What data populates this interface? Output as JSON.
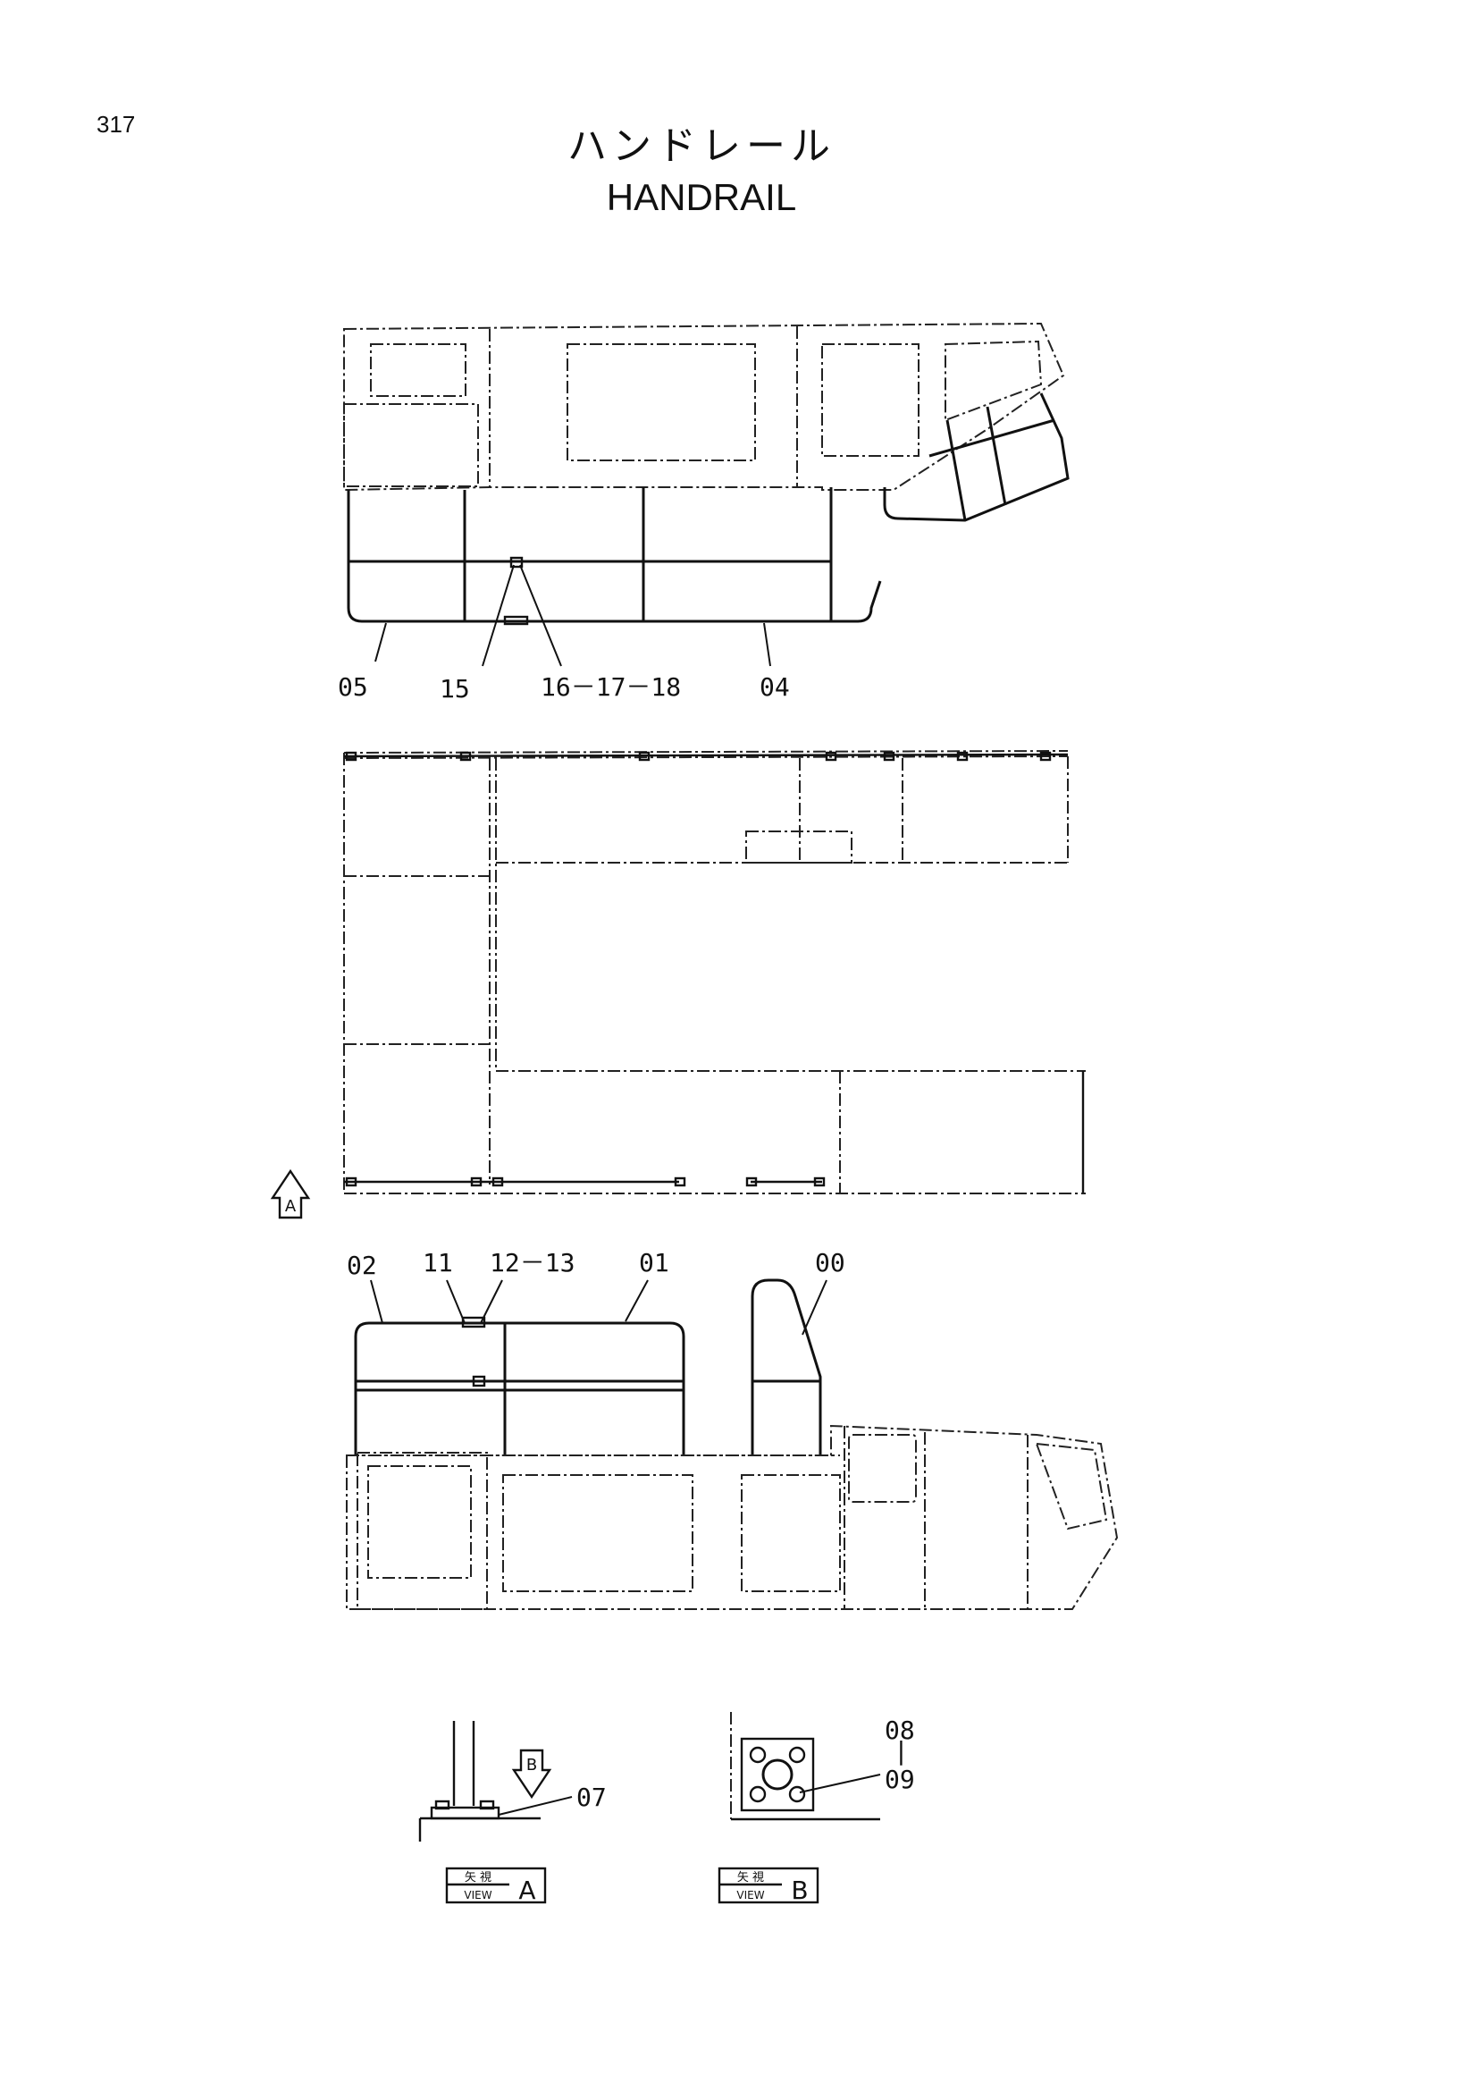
{
  "page": {
    "number": "317"
  },
  "title": {
    "jp": "ハンドレール",
    "en": "HANDRAIL"
  },
  "callouts": {
    "top": [
      "05",
      "15",
      "16－17－18",
      "04"
    ],
    "bottom": [
      "02",
      "11",
      "12－13",
      "01",
      "00"
    ],
    "detail_a": "07",
    "detail_b_top": "08",
    "detail_b_sep": "|",
    "detail_b_bottom": "09"
  },
  "view_markers": {
    "a": "A",
    "b": "B"
  },
  "view_labels": {
    "a": {
      "jp": "矢 視",
      "en": "VIEW",
      "letter": "A"
    },
    "b": {
      "jp": "矢 視",
      "en": "VIEW",
      "letter": "B"
    }
  }
}
